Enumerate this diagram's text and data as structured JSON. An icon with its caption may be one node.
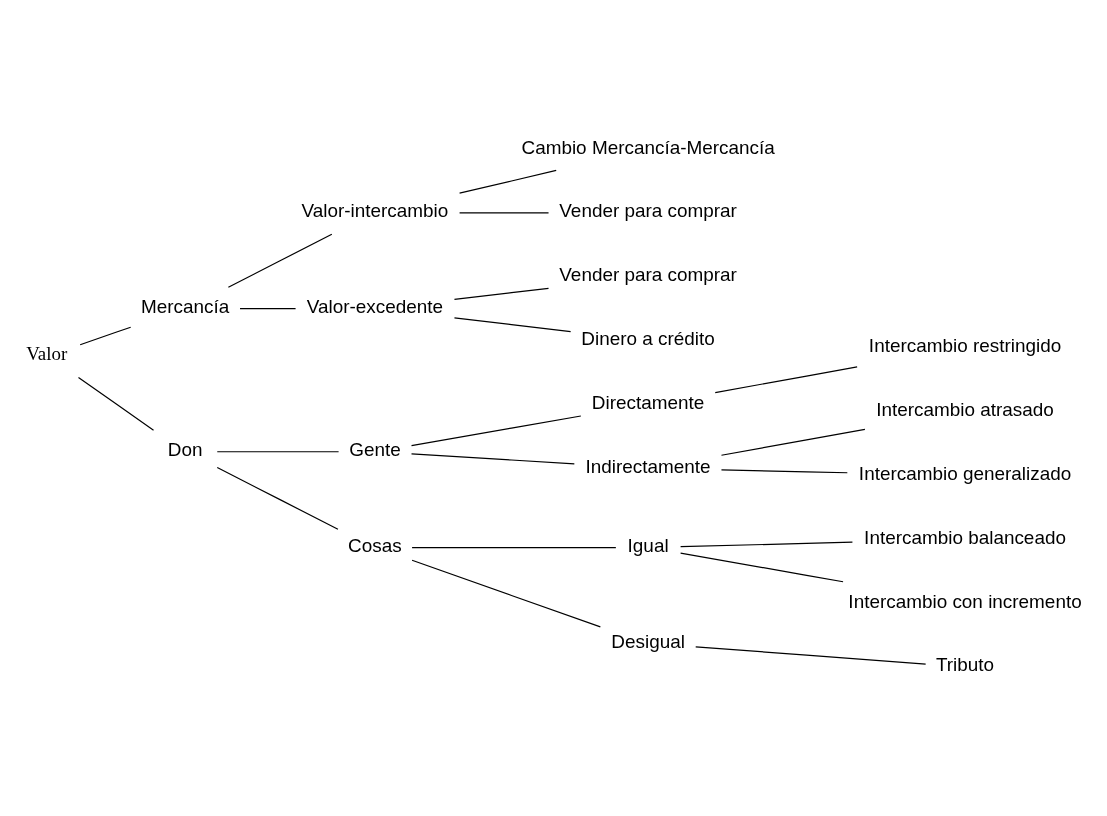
{
  "diagram": {
    "nodes": [
      {
        "text": [
          "Valor"
        ]
      },
      {
        "text": [
          "Mercancía"
        ]
      },
      {
        "text": [
          "Valor-intercambio"
        ]
      },
      {
        "text": [
          "Cambio Mercancía-Mercancía"
        ]
      },
      {
        "text": [
          "Vender para comprar"
        ]
      },
      {
        "text": [
          "Valor-excedente"
        ]
      },
      {
        "text": [
          "Vender para comprar"
        ]
      },
      {
        "text": [
          "Dinero a crédito"
        ]
      },
      {
        "text": [
          "Don"
        ]
      },
      {
        "text": [
          "Gente"
        ]
      },
      {
        "text": [
          "Directamente"
        ]
      },
      {
        "text": [
          "Intercambio restringido"
        ]
      },
      {
        "text": [
          "Indirectamente"
        ]
      },
      {
        "text": [
          "Intercambio atrasado"
        ]
      },
      {
        "text": [
          "Intercambio generalizado"
        ]
      },
      {
        "text": [
          "Cosas"
        ]
      },
      {
        "text": [
          "Igual"
        ]
      },
      {
        "text": [
          "Intercambio balanceado"
        ]
      },
      {
        "text": [
          "Intercambio con incremento"
        ]
      },
      {
        "text": [
          "Desigual"
        ]
      },
      {
        "text": [
          "Tributo"
        ]
      }
    ],
    "edges": [
      {
        "from": 0,
        "to": 1,
        "arrow": "none"
      },
      {
        "from": 0,
        "to": 8,
        "arrow": "none"
      },
      {
        "from": 1,
        "to": 2,
        "arrow": "none"
      },
      {
        "from": 1,
        "to": 5,
        "arrow": "none"
      },
      {
        "from": 2,
        "to": 3,
        "arrow": "none"
      },
      {
        "from": 2,
        "to": 4,
        "arrow": "none"
      },
      {
        "from": 5,
        "to": 6,
        "arrow": "none"
      },
      {
        "from": 5,
        "to": 7,
        "arrow": "none"
      },
      {
        "from": 8,
        "to": 9,
        "arrow": "none"
      },
      {
        "from": 8,
        "to": 15,
        "arrow": "none"
      },
      {
        "from": 9,
        "to": 10,
        "arrow": "none"
      },
      {
        "from": 9,
        "to": 12,
        "arrow": "none"
      },
      {
        "from": 10,
        "to": 11,
        "arrow": "none"
      },
      {
        "from": 12,
        "to": 13,
        "arrow": "none"
      },
      {
        "from": 12,
        "to": 14,
        "arrow": "none"
      },
      {
        "from": 15,
        "to": 16,
        "arrow": "none"
      },
      {
        "from": 15,
        "to": 19,
        "arrow": "none"
      },
      {
        "from": 16,
        "to": 17,
        "arrow": "none"
      },
      {
        "from": 16,
        "to": 18,
        "arrow": "none"
      },
      {
        "from": 19,
        "to": 20,
        "arrow": "none"
      }
    ]
  }
}
